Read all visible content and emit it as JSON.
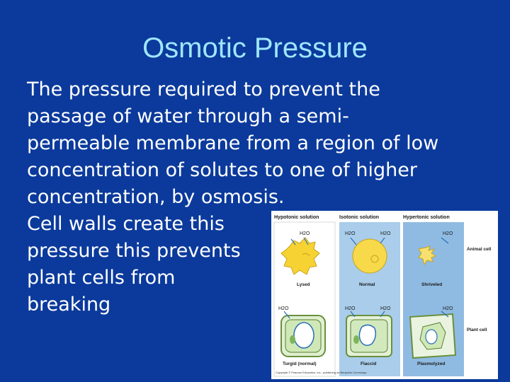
{
  "slide": {
    "title": "Osmotic Pressure",
    "lines": [
      "The pressure required to prevent the",
      "passage of water through a semi-",
      "permeable membrane from a region of low",
      "concentration of solutes to one of higher",
      "concentration, by osmosis.",
      "Cell walls create this",
      "pressure this prevents",
      "plant cells from",
      "breaking"
    ]
  },
  "figure": {
    "headers": {
      "hypotonic": "Hypotonic solution",
      "isotonic": "Isotonic solution",
      "hypertonic": "Hypertonic solution"
    },
    "water_label": "H2O",
    "row_labels": {
      "animal": "Animal cell",
      "plant": "Plant cell"
    },
    "animal_captions": {
      "lysed": "Lysed",
      "normal": "Normal",
      "shriveled": "Shriveled"
    },
    "plant_captions": {
      "turgid": "Turgid (normal)",
      "flaccid": "Flaccid",
      "plasmolyzed": "Plasmolyzed"
    },
    "copyright": "Copyright © Pearson Education, Inc., publishing as Benjamin Cummings"
  }
}
